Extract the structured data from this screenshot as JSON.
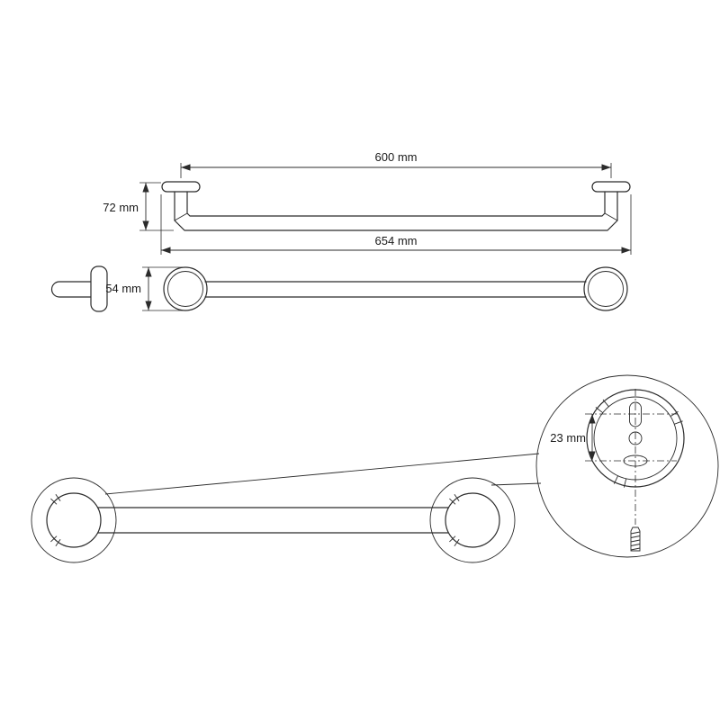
{
  "colors": {
    "line": "#2b2b2b",
    "text": "#1a1a1a",
    "background": "#ffffff"
  },
  "labels": {
    "dim_inner_length": "600 mm",
    "dim_depth": "72 mm",
    "dim_overall_length": "654 mm",
    "dim_plate_diameter": "54 mm",
    "dim_hole_spacing": "23 mm"
  }
}
